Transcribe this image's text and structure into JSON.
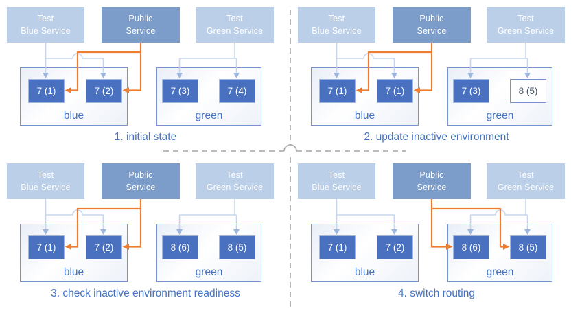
{
  "colors": {
    "accent_blue": "#4472C4",
    "service_light_fill": "#BCCFE8",
    "service_public_fill": "#7C9CC9",
    "pod_fill": "#4A70C0",
    "pod_border": "#A2B6DC",
    "env_border": "#7693CB",
    "connector_light": "#C7D5EC",
    "connector_light_arrow": "#9FB6DC",
    "connector_orange": "#ED7D31",
    "divider_gray": "#A6A6A6",
    "caption_text": "#4472C4",
    "outlined_pod_text": "#44546A"
  },
  "services": {
    "test_blue": {
      "line1": "Test",
      "line2": "Blue Service"
    },
    "public": {
      "line1": "Public",
      "line2": "Service"
    },
    "test_green": {
      "line1": "Test",
      "line2": "Green Service"
    }
  },
  "panels": [
    {
      "caption": "1. initial state",
      "public_routes_to": "blue",
      "blue_env": {
        "label": "blue",
        "pods": [
          {
            "label": "7 (1)",
            "style": "filled"
          },
          {
            "label": "7 (2)",
            "style": "filled"
          }
        ]
      },
      "green_env": {
        "label": "green",
        "pods": [
          {
            "label": "7 (3)",
            "style": "filled"
          },
          {
            "label": "7 (4)",
            "style": "filled"
          }
        ]
      }
    },
    {
      "caption": "2. update inactive environment",
      "public_routes_to": "blue",
      "blue_env": {
        "label": "blue",
        "pods": [
          {
            "label": "7 (1)",
            "style": "filled"
          },
          {
            "label": "7 (1)",
            "style": "filled"
          }
        ]
      },
      "green_env": {
        "label": "green",
        "pods": [
          {
            "label": "7 (3)",
            "style": "filled"
          },
          {
            "label": "8 (5)",
            "style": "outlined"
          }
        ]
      }
    },
    {
      "caption": "3. check inactive environment readiness",
      "public_routes_to": "blue",
      "blue_env": {
        "label": "blue",
        "pods": [
          {
            "label": "7 (1)",
            "style": "filled"
          },
          {
            "label": "7 (2)",
            "style": "filled"
          }
        ]
      },
      "green_env": {
        "label": "green",
        "pods": [
          {
            "label": "8 (6)",
            "style": "filled"
          },
          {
            "label": "8 (5)",
            "style": "filled"
          }
        ]
      }
    },
    {
      "caption": "4. switch routing",
      "public_routes_to": "green",
      "blue_env": {
        "label": "blue",
        "pods": [
          {
            "label": "7 (1)",
            "style": "filled"
          },
          {
            "label": "7 (2)",
            "style": "filled"
          }
        ]
      },
      "green_env": {
        "label": "green",
        "pods": [
          {
            "label": "8 (6)",
            "style": "filled"
          },
          {
            "label": "8 (5)",
            "style": "filled"
          }
        ]
      }
    }
  ]
}
